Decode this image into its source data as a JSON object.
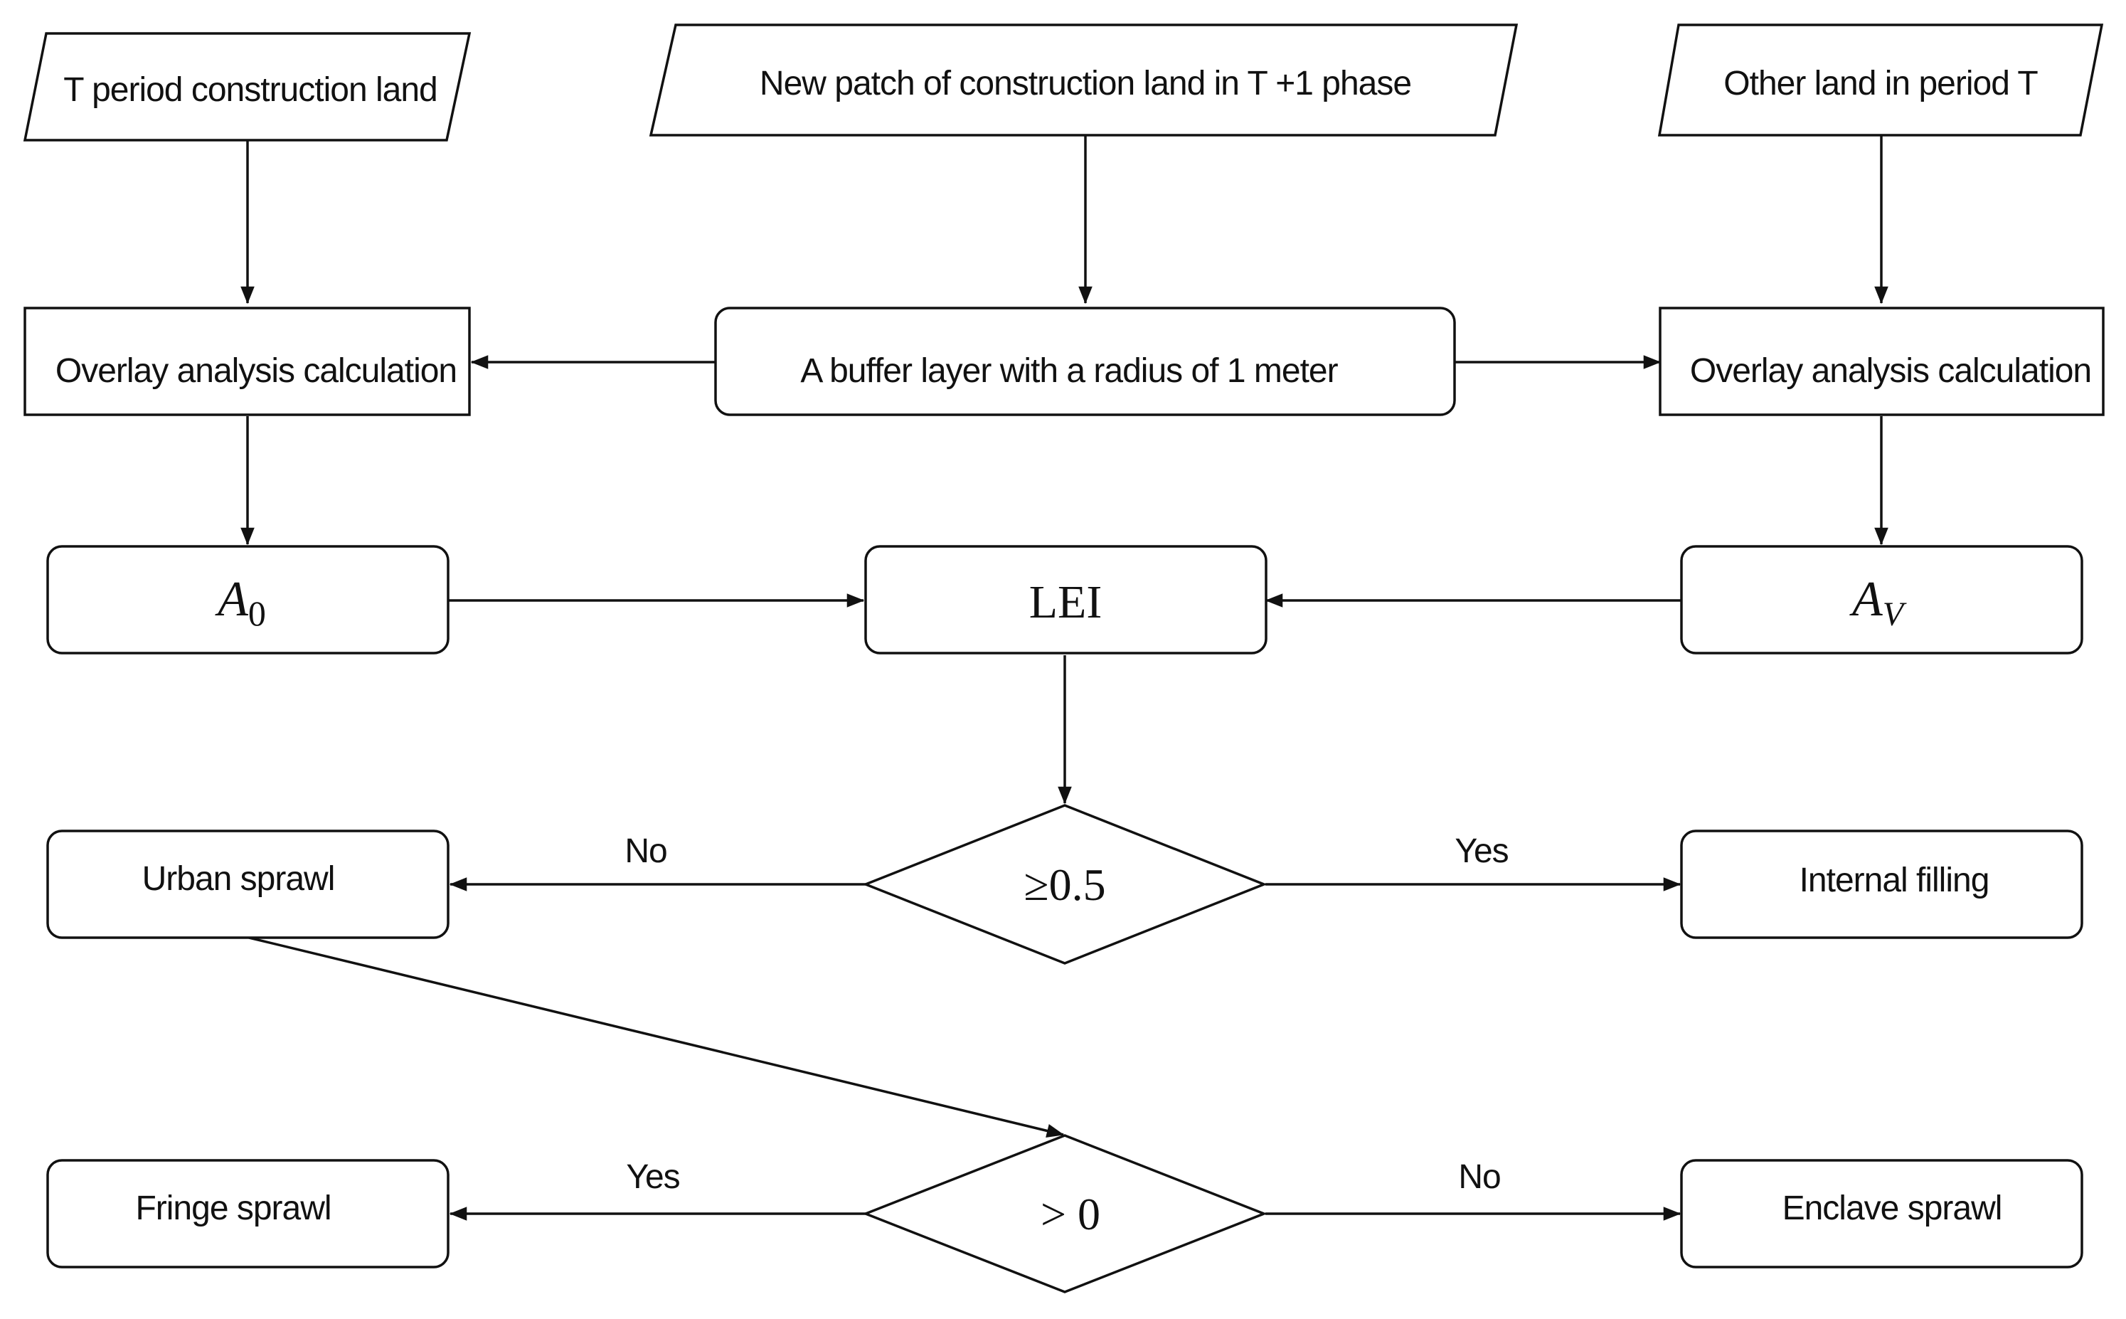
{
  "inputs": {
    "t_period_construction": "T period construction land",
    "new_patch": "New patch of construction land in T +1 phase",
    "other_land": "Other land in period T"
  },
  "processes": {
    "overlay_left": "Overlay analysis calculation",
    "buffer_layer": "A buffer layer with a radius of 1 meter",
    "overlay_right": "Overlay analysis calculation"
  },
  "values": {
    "a0_base": "A",
    "a0_sub": "0",
    "lei": "LEI",
    "av_base": "A",
    "av_sub": "V"
  },
  "decisions": {
    "threshold": "≥0.5",
    "positive": "> 0"
  },
  "outcomes": {
    "urban_sprawl": "Urban sprawl",
    "internal_filling": "Internal filling",
    "fringe_sprawl": "Fringe sprawl",
    "enclave_sprawl": "Enclave sprawl"
  },
  "edge_labels": {
    "threshold_no": "No",
    "threshold_yes": "Yes",
    "positive_yes": "Yes",
    "positive_no": "No"
  },
  "colors": {
    "stroke": "#111111",
    "background": "#ffffff"
  }
}
